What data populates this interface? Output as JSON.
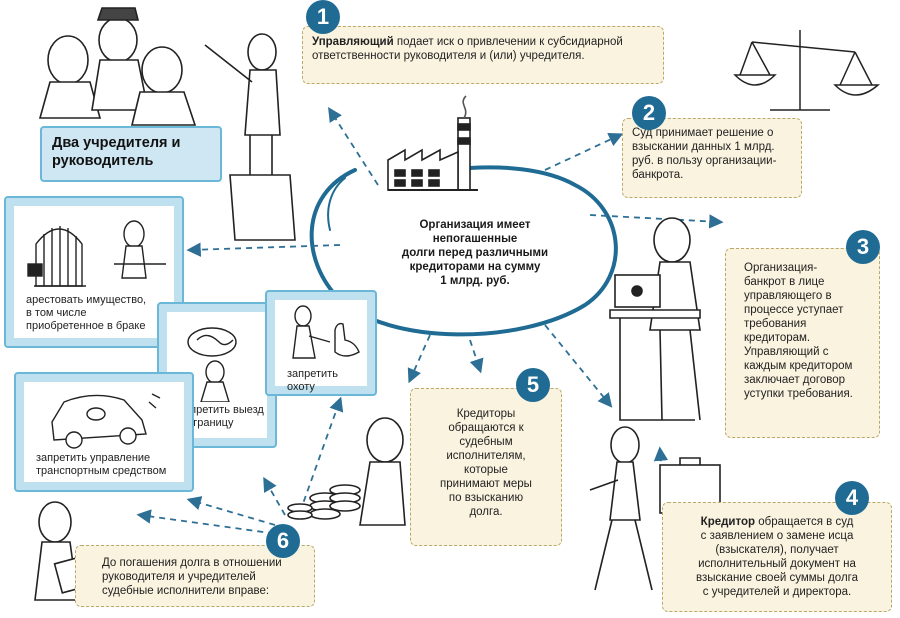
{
  "center": {
    "text_lines": [
      "Организация имеет",
      "непогашенные",
      "долги перед различными",
      "кредиторами на сумму",
      "1 млрд. руб."
    ]
  },
  "founders": {
    "label_lines": [
      "Два учредителя и",
      "руководитель"
    ]
  },
  "steps": [
    {
      "number": "1",
      "lead": "Управляющий",
      "text": " подает иск о привлечении к субсидиарной ответственности руководителя и (или) учредителя."
    },
    {
      "number": "2",
      "lines": [
        "Суд принимает решение о",
        "взыскании данных 1 млрд.",
        "руб. в пользу организации-",
        "банкрота."
      ]
    },
    {
      "number": "3",
      "lines": [
        "Организация-",
        "банкрот в лице",
        "управляющего в",
        "процессе уступает",
        "требования",
        "кредиторам.",
        "Управляющий с",
        "каждым кредитором",
        "заключает договор",
        "уступки требования."
      ]
    },
    {
      "number": "4",
      "lead": "Кредитор",
      "lines_after": [
        " обращается в суд",
        "с заявлением о замене исца",
        "(взыскателя), получает",
        "исполнительный документ на",
        "взыскание своей суммы долга",
        "с учредителей и директора."
      ]
    },
    {
      "number": "5",
      "lines": [
        "Кредиторы",
        "обращаются к",
        "судебным",
        "исполнителям,",
        "которые",
        "принимают меры",
        "по взысканию",
        "долга."
      ]
    },
    {
      "number": "6",
      "lines": [
        "До погашения долга в отношении",
        "руководителя и учредителей",
        "судебные исполнители вправе:"
      ]
    }
  ],
  "restrictions": {
    "arrest": [
      "арестовать имущество,",
      "в том числе",
      "приобретенное в браке"
    ],
    "travel": [
      "запретить выезд",
      "за границу"
    ],
    "hunt": [
      "запретить охоту"
    ],
    "drive": [
      "запретить управление",
      "транспортным средством"
    ]
  },
  "colors": {
    "accent": "#1f6b93",
    "box_fill": "#faf3df",
    "panel_fill": "#bfe0ef",
    "panel_border": "#6ab7d8"
  }
}
